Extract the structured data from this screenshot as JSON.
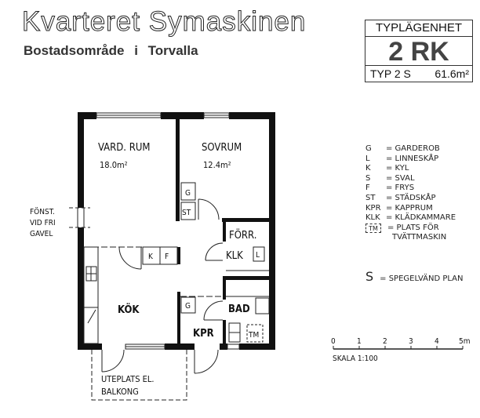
{
  "header": {
    "title": "Kvarteret Symaskinen",
    "subtitle": "Bostadsområde i Torvalla"
  },
  "type_box": {
    "heading": "TYPLÄGENHET",
    "apartment": "2 RK",
    "type": "TYP 2 S",
    "area": "61.6m²"
  },
  "rooms": {
    "living": {
      "name": "VARD. RUM",
      "area": "18.0m²"
    },
    "bedroom": {
      "name": "SOVRUM",
      "area": "12.4m²"
    },
    "storage": "FÖRR.",
    "closet": "KLK",
    "kitchen": "KÖK",
    "bath": "BAD",
    "coat_room": "KPR",
    "balcony_line1": "UTEPLATS EL.",
    "balcony_line2": "BALKONG"
  },
  "fixtures": {
    "g": "G",
    "st": "ST",
    "k": "K",
    "f": "F",
    "l": "L",
    "tm": "TM",
    "g2": "G"
  },
  "gable_note": [
    "FÖNST.",
    "VID FRI",
    "GAVEL"
  ],
  "legend": [
    {
      "key": "G",
      "value": "= GARDEROB"
    },
    {
      "key": "L",
      "value": "= LINNESKÅP"
    },
    {
      "key": "K",
      "value": "= KYL"
    },
    {
      "key": "S",
      "value": "= SVAL"
    },
    {
      "key": "F",
      "value": "= FRYS"
    },
    {
      "key": "ST",
      "value": "= STÄDSKÅP"
    },
    {
      "key": "KPR",
      "value": "= KAPPRUM"
    },
    {
      "key": "KLK",
      "value": "= KLÄDKAMMARE"
    },
    {
      "key": "TM",
      "value": "= PLATS FÖR"
    },
    {
      "key": "",
      "value": "TVÄTTMASKIN"
    }
  ],
  "mirror_note": {
    "key": "S",
    "value": "= SPEGELVÄND PLAN"
  },
  "scale": {
    "ticks": [
      "0",
      "1",
      "2",
      "3",
      "4",
      "5m"
    ],
    "label": "SKALA 1:100"
  }
}
